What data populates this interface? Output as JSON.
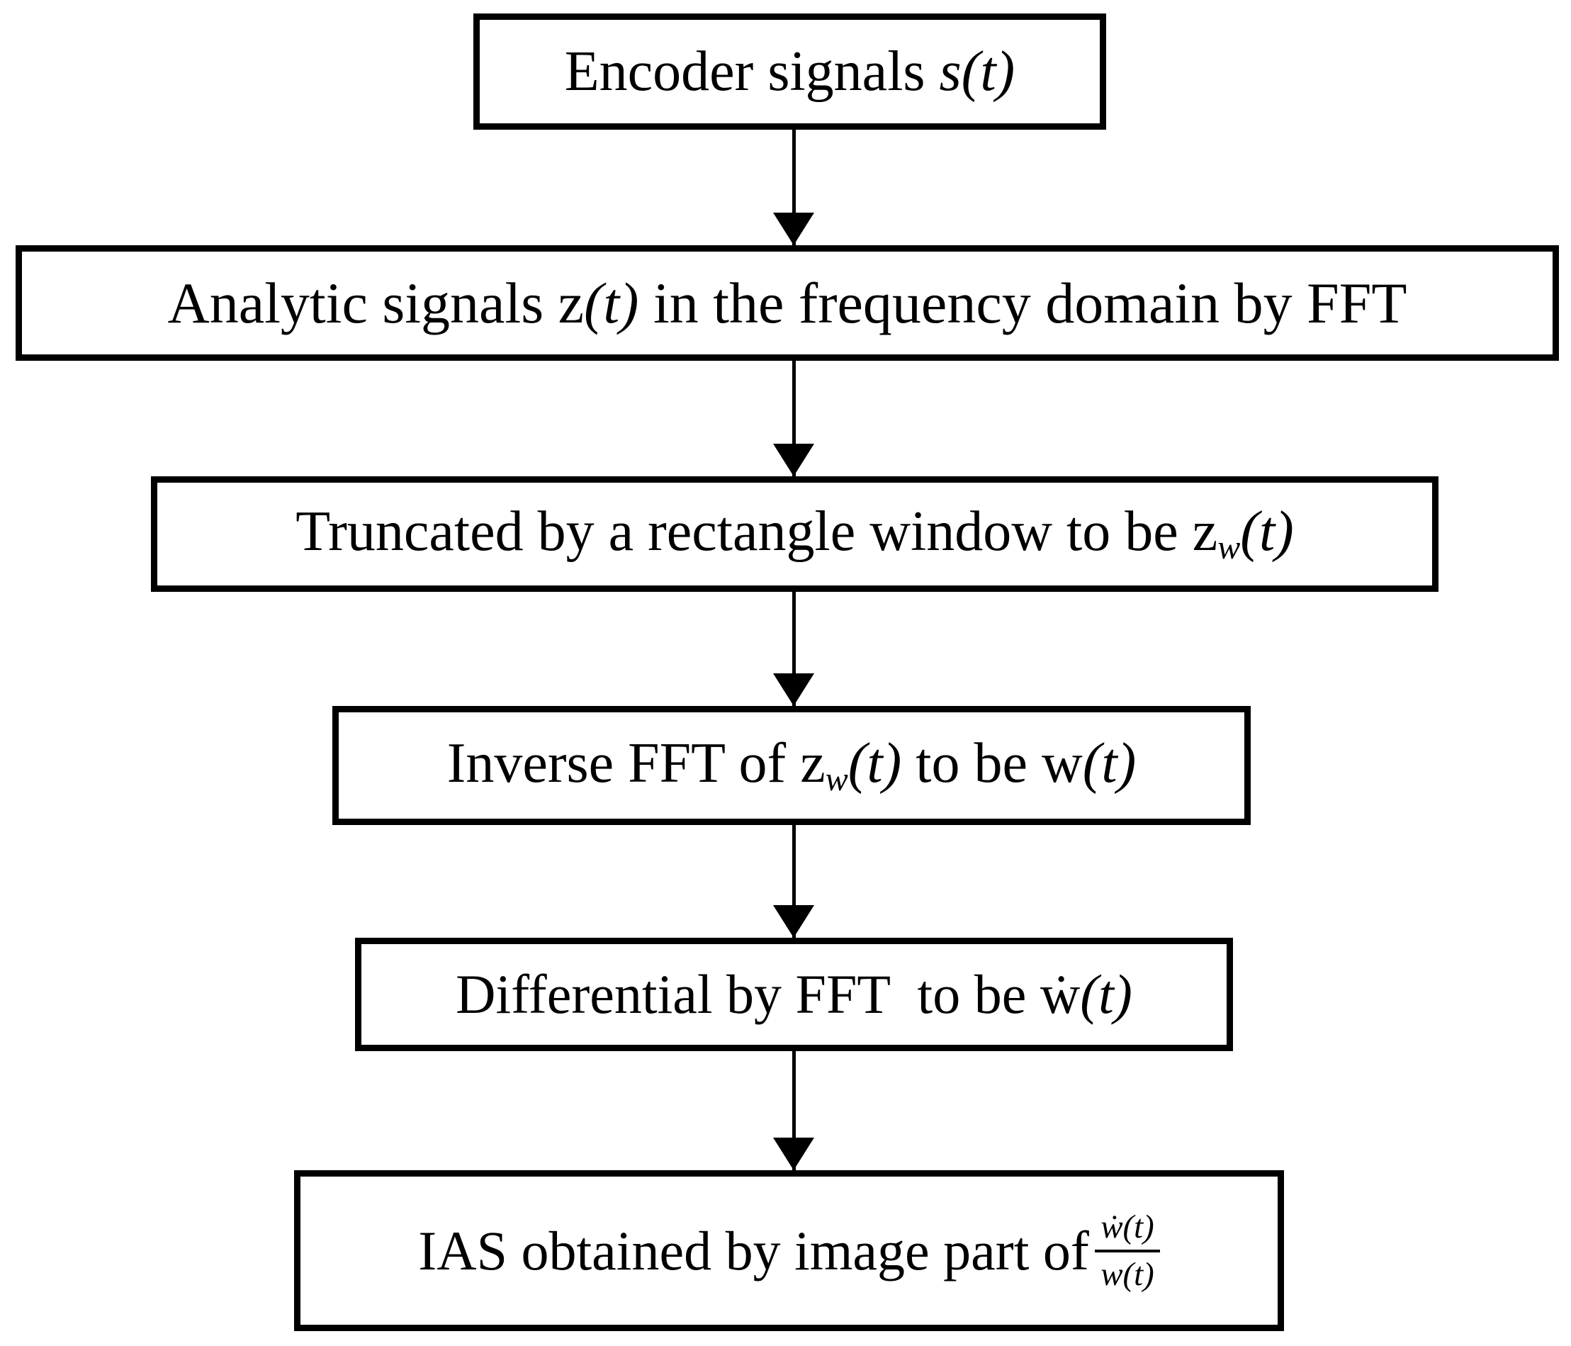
{
  "colors": {
    "ink": "#000000",
    "background": "#ffffff"
  },
  "flowchart": {
    "boxes": [
      {
        "name": "encoder-signals",
        "segments": [
          {
            "text": "Encoder signals "
          },
          {
            "text": "s(t)",
            "style": "it"
          }
        ]
      },
      {
        "name": "analytic-signals-fft",
        "segments": [
          {
            "text": "Analytic signals z"
          },
          {
            "text": "(t)",
            "style": "it"
          },
          {
            "text": " in the frequency domain by FFT"
          }
        ]
      },
      {
        "name": "truncated-rectangle-window",
        "segments": [
          {
            "text": "Truncated by a rectangle window to be z"
          },
          {
            "text": "w",
            "style": "sub"
          },
          {
            "text": "(t)",
            "style": "it"
          }
        ]
      },
      {
        "name": "inverse-fft",
        "segments": [
          {
            "text": "Inverse FFT of z"
          },
          {
            "text": "w",
            "style": "sub"
          },
          {
            "text": "(t)",
            "style": "it"
          },
          {
            "text": " to be w"
          },
          {
            "text": "(t)",
            "style": "it"
          }
        ]
      },
      {
        "name": "differential-fft",
        "segments": [
          {
            "text": "Differential by FFT  to be ẇ"
          },
          {
            "text": "(t)",
            "style": "it"
          }
        ]
      },
      {
        "name": "ias-image-part",
        "segments": [
          {
            "text": "IAS obtained by image part of"
          }
        ],
        "frac_num": [
          {
            "text": "ẇ(t)",
            "style": "it"
          }
        ],
        "frac_den": [
          {
            "text": "w(t)",
            "style": "it"
          }
        ]
      }
    ],
    "arrows": [
      {
        "from": "encoder-signals",
        "to": "analytic-signals-fft"
      },
      {
        "from": "analytic-signals-fft",
        "to": "truncated-rectangle-window"
      },
      {
        "from": "truncated-rectangle-window",
        "to": "inverse-fft"
      },
      {
        "from": "inverse-fft",
        "to": "differential-fft"
      },
      {
        "from": "differential-fft",
        "to": "ias-image-part"
      }
    ]
  }
}
